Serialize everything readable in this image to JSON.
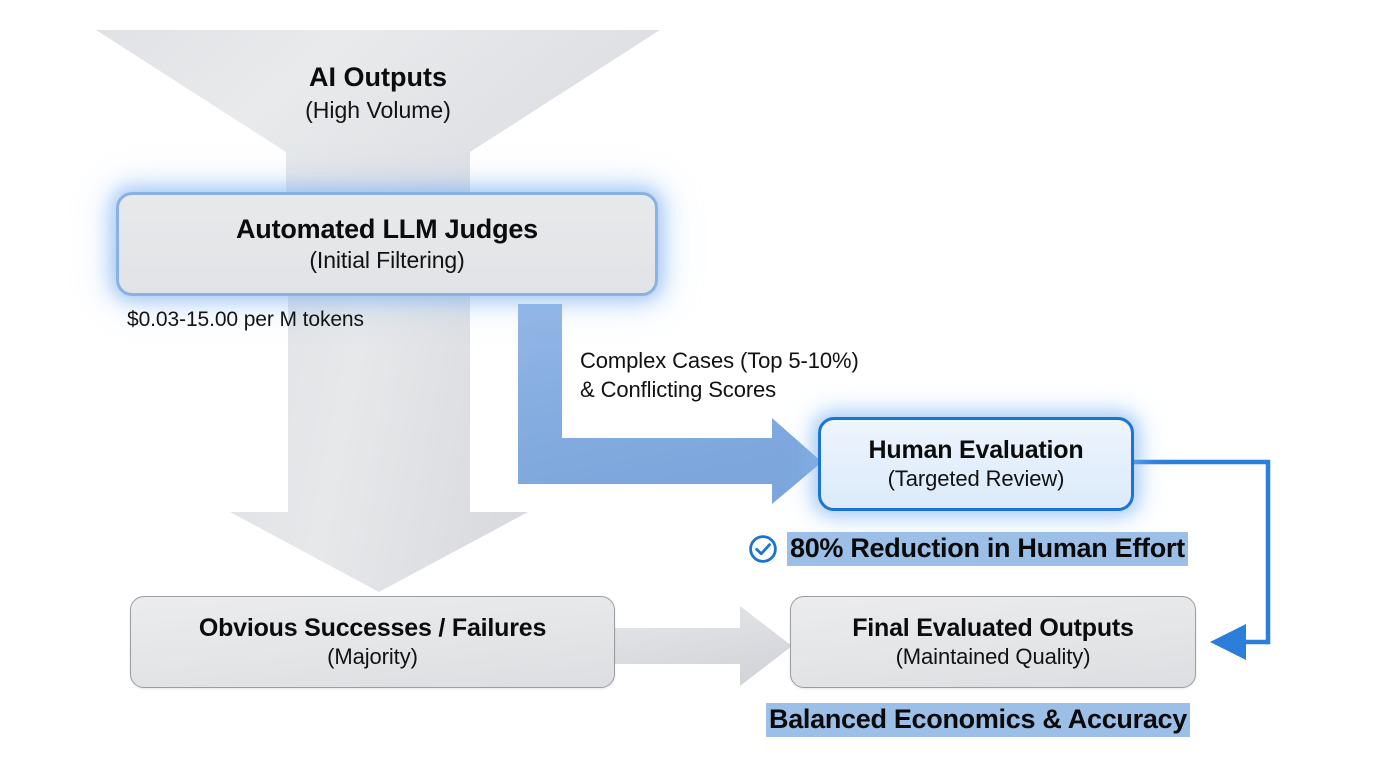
{
  "diagram": {
    "funnel": {
      "icon": "funnel-shape",
      "title": "AI Outputs",
      "subtitle": "(High Volume)"
    },
    "judge_node": {
      "title": "Automated LLM Judges",
      "subtitle": "(Initial Filtering)",
      "cost_label": "$0.03-15.00 per M tokens",
      "border_color": "#89b1e6",
      "fill_color": "#e4e6e9"
    },
    "flow_caption": {
      "line1": "Complex Cases (Top 5-10%)",
      "line2": "& Conflicting Scores"
    },
    "human_node": {
      "title": "Human Evaluation",
      "subtitle": "(Targeted Review)",
      "border_color": "#1c73d2",
      "fill_color": "#e4effb"
    },
    "obvious_node": {
      "title": "Obvious Successes / Failures",
      "subtitle": "(Majority)",
      "border_color": "#9b9da1",
      "fill_color": "#e4e6e9"
    },
    "final_node": {
      "title": "Final Evaluated Outputs",
      "subtitle": "(Maintained Quality)",
      "border_color": "#9b9da1",
      "fill_color": "#e4e6e9"
    },
    "callouts": {
      "reduction": "80% Reduction in Human Effort",
      "reduction_icon": "check-circle-icon",
      "balanced": "Balanced Economics & Accuracy",
      "highlight_color": "#9cbfe8"
    },
    "connectors": {
      "funnel_down_arrow": "grey-down-arrow",
      "escalation_arrow": "blue-elbow-arrow",
      "bottom_arrow": "grey-right-arrow",
      "feedback_loop": "blue-feedback-arrow",
      "blue_arrow_color": "#86adde",
      "grey_arrow_color": "#dcdee1",
      "feedback_color": "#2b7fdb"
    }
  }
}
